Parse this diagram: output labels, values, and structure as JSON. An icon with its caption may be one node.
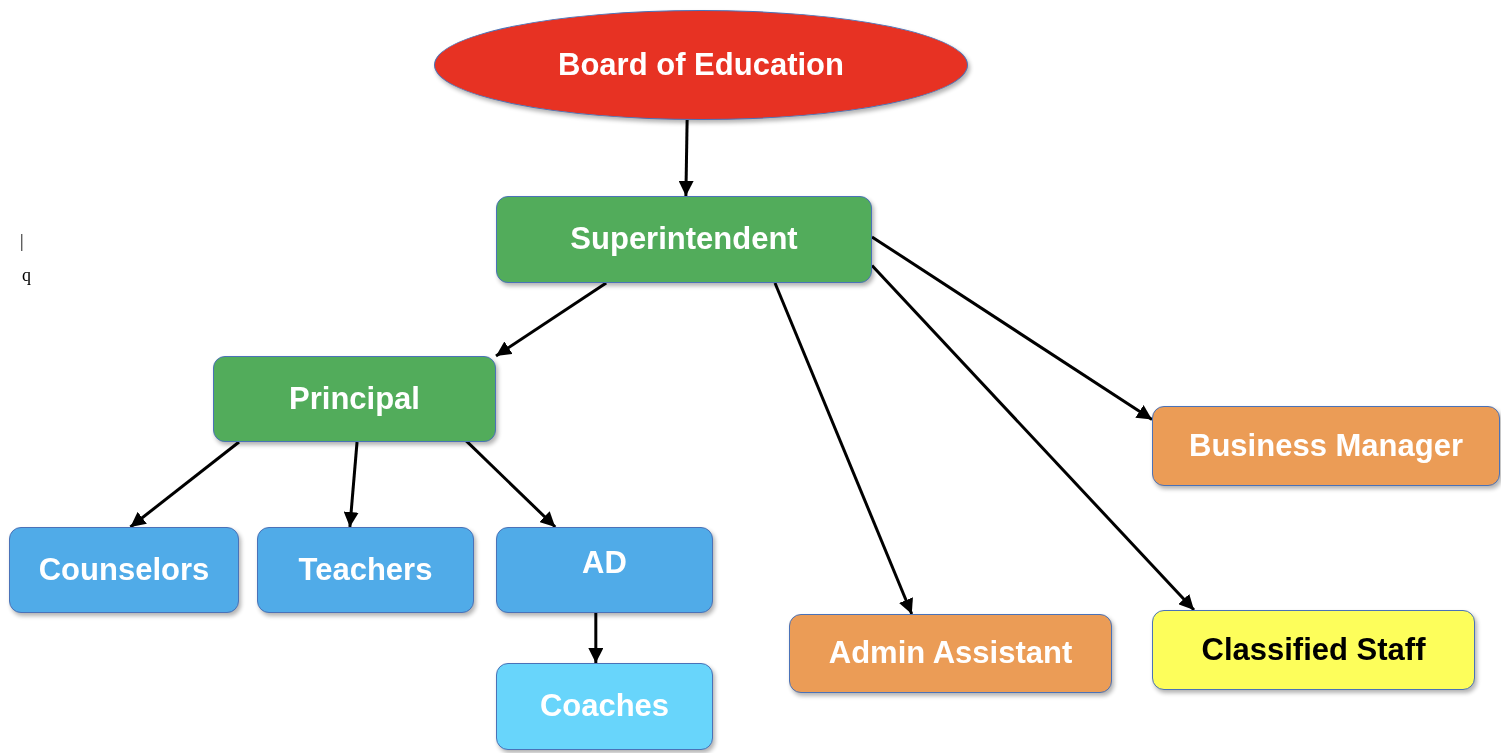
{
  "diagram": {
    "nodes": [
      {
        "text": [
          "Board of Education"
        ]
      },
      {
        "text": [
          "Superintendent"
        ]
      },
      {
        "text": [
          "Principal"
        ]
      },
      {
        "text": [
          "Counselors"
        ]
      },
      {
        "text": [
          "Teachers"
        ]
      },
      {
        "text": [
          "AD"
        ]
      },
      {
        "text": [
          "Coaches"
        ]
      },
      {
        "text": [
          "Admin Assistant"
        ]
      },
      {
        "text": [
          "Classified Staff"
        ]
      },
      {
        "text": [
          "Business Manager"
        ]
      }
    ],
    "edges": [
      {
        "from": 0,
        "to": 1,
        "arrow": "to"
      },
      {
        "from": 1,
        "to": 2,
        "arrow": "to"
      },
      {
        "from": 1,
        "to": 7,
        "arrow": "to"
      },
      {
        "from": 1,
        "to": 8,
        "arrow": "to"
      },
      {
        "from": 1,
        "to": 9,
        "arrow": "to"
      },
      {
        "from": 2,
        "to": 3,
        "arrow": "to"
      },
      {
        "from": 2,
        "to": 4,
        "arrow": "to"
      },
      {
        "from": 2,
        "to": 5,
        "arrow": "to"
      },
      {
        "from": 5,
        "to": 6,
        "arrow": "to"
      }
    ],
    "labels": [
      "|",
      "q"
    ]
  }
}
